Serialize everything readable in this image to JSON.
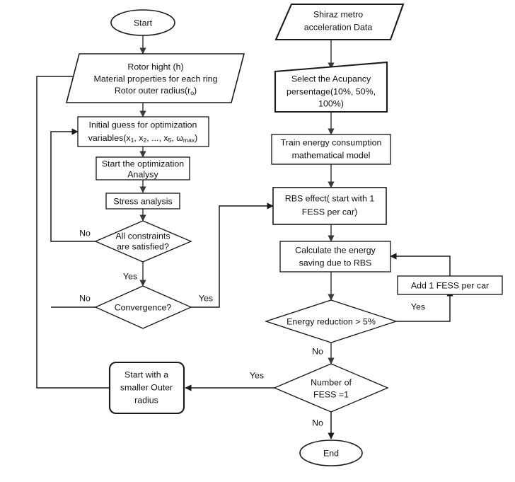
{
  "diagram": {
    "title": "Flywheel Energy Storage System optimization and metro RBS energy-saving flowchart",
    "type": "flowchart",
    "background_color": "#ffffff",
    "stroke_color": "#1a1a1a",
    "text_color": "#111111"
  },
  "nodes": {
    "start": {
      "shape": "ellipse",
      "label": "Start"
    },
    "rotor_inputs": {
      "shape": "parallelogram",
      "line1": "Rotor hight (h)",
      "line2": "Material properties for each ring",
      "line3_a": "Rotor outer radius(r",
      "line3_sub": "o",
      "line3_b": ")"
    },
    "initial_guess": {
      "shape": "rectangle",
      "line1": "Initial guess for optimization",
      "line2_a": "variables(x",
      "line2_sub1": "1",
      "line2_b": ", x",
      "line2_sub2": "2",
      "line2_c": ", ..., x",
      "line2_sub3": "5",
      "line2_d": ", ω",
      "line2_sub4": "max",
      "line2_e": ")"
    },
    "start_optimization": {
      "shape": "rectangle",
      "line1": "Start the optimization",
      "line2": "Analysy"
    },
    "stress_analysis": {
      "shape": "rectangle",
      "label": "Stress analysis"
    },
    "all_constraints": {
      "shape": "diamond",
      "line1": "All constraints",
      "line2": "are satisfied?"
    },
    "convergence": {
      "shape": "diamond",
      "label": "Convergence?"
    },
    "smaller_radius": {
      "shape": "rounded-rectangle",
      "line1": "Start with a",
      "line2": "smaller Outer",
      "line3": "radius"
    },
    "metro_data": {
      "shape": "parallelogram",
      "line1": "Shiraz metro",
      "line2": "acceleration Data"
    },
    "select_occupancy": {
      "shape": "slanted-top-rectangle",
      "line1": "Select the Acupancy",
      "line2": "persentage(10%, 50%,",
      "line3": "100%)"
    },
    "train_model": {
      "shape": "rectangle",
      "line1": "Train energy consumption",
      "line2": "mathematical model"
    },
    "rbs_effect": {
      "shape": "rectangle",
      "line1": "RBS effect( start with 1",
      "line2": "FESS per car)"
    },
    "calculate_saving": {
      "shape": "rectangle",
      "line1": "Calculate the energy",
      "line2": "saving due to RBS"
    },
    "add_fess": {
      "shape": "rectangle",
      "label": "Add 1 FESS per car"
    },
    "energy_reduction": {
      "shape": "diamond",
      "label": "Energy reduction > 5%"
    },
    "number_of_fess": {
      "shape": "diamond",
      "line1": "Number of",
      "line2": "FESS =1"
    },
    "end": {
      "shape": "ellipse",
      "label": "End"
    }
  },
  "edge_labels": {
    "constraints_no": "No",
    "constraints_yes": "Yes",
    "convergence_no": "No",
    "convergence_yes": "Yes",
    "energy_reduction_yes": "Yes",
    "energy_reduction_no": "No",
    "fess_yes": "Yes",
    "fess_no": "No"
  },
  "edges": [
    {
      "from": "start",
      "to": "rotor_inputs",
      "label": ""
    },
    {
      "from": "rotor_inputs",
      "to": "initial_guess",
      "label": ""
    },
    {
      "from": "initial_guess",
      "to": "start_optimization",
      "label": ""
    },
    {
      "from": "start_optimization",
      "to": "stress_analysis",
      "label": ""
    },
    {
      "from": "stress_analysis",
      "to": "all_constraints",
      "label": ""
    },
    {
      "from": "all_constraints",
      "to": "initial_guess",
      "label": "No"
    },
    {
      "from": "all_constraints",
      "to": "convergence",
      "label": "Yes"
    },
    {
      "from": "convergence",
      "to": "initial_guess",
      "label": "No"
    },
    {
      "from": "convergence",
      "to": "rbs_effect",
      "label": "Yes"
    },
    {
      "from": "metro_data",
      "to": "select_occupancy",
      "label": ""
    },
    {
      "from": "select_occupancy",
      "to": "train_model",
      "label": ""
    },
    {
      "from": "train_model",
      "to": "rbs_effect",
      "label": ""
    },
    {
      "from": "rbs_effect",
      "to": "calculate_saving",
      "label": ""
    },
    {
      "from": "calculate_saving",
      "to": "energy_reduction",
      "label": ""
    },
    {
      "from": "energy_reduction",
      "to": "add_fess",
      "label": "Yes"
    },
    {
      "from": "add_fess",
      "to": "calculate_saving",
      "label": ""
    },
    {
      "from": "energy_reduction",
      "to": "number_of_fess",
      "label": "No"
    },
    {
      "from": "number_of_fess",
      "to": "smaller_radius",
      "label": "Yes"
    },
    {
      "from": "number_of_fess",
      "to": "end",
      "label": "No"
    },
    {
      "from": "smaller_radius",
      "to": "rotor_inputs",
      "label": ""
    }
  ]
}
